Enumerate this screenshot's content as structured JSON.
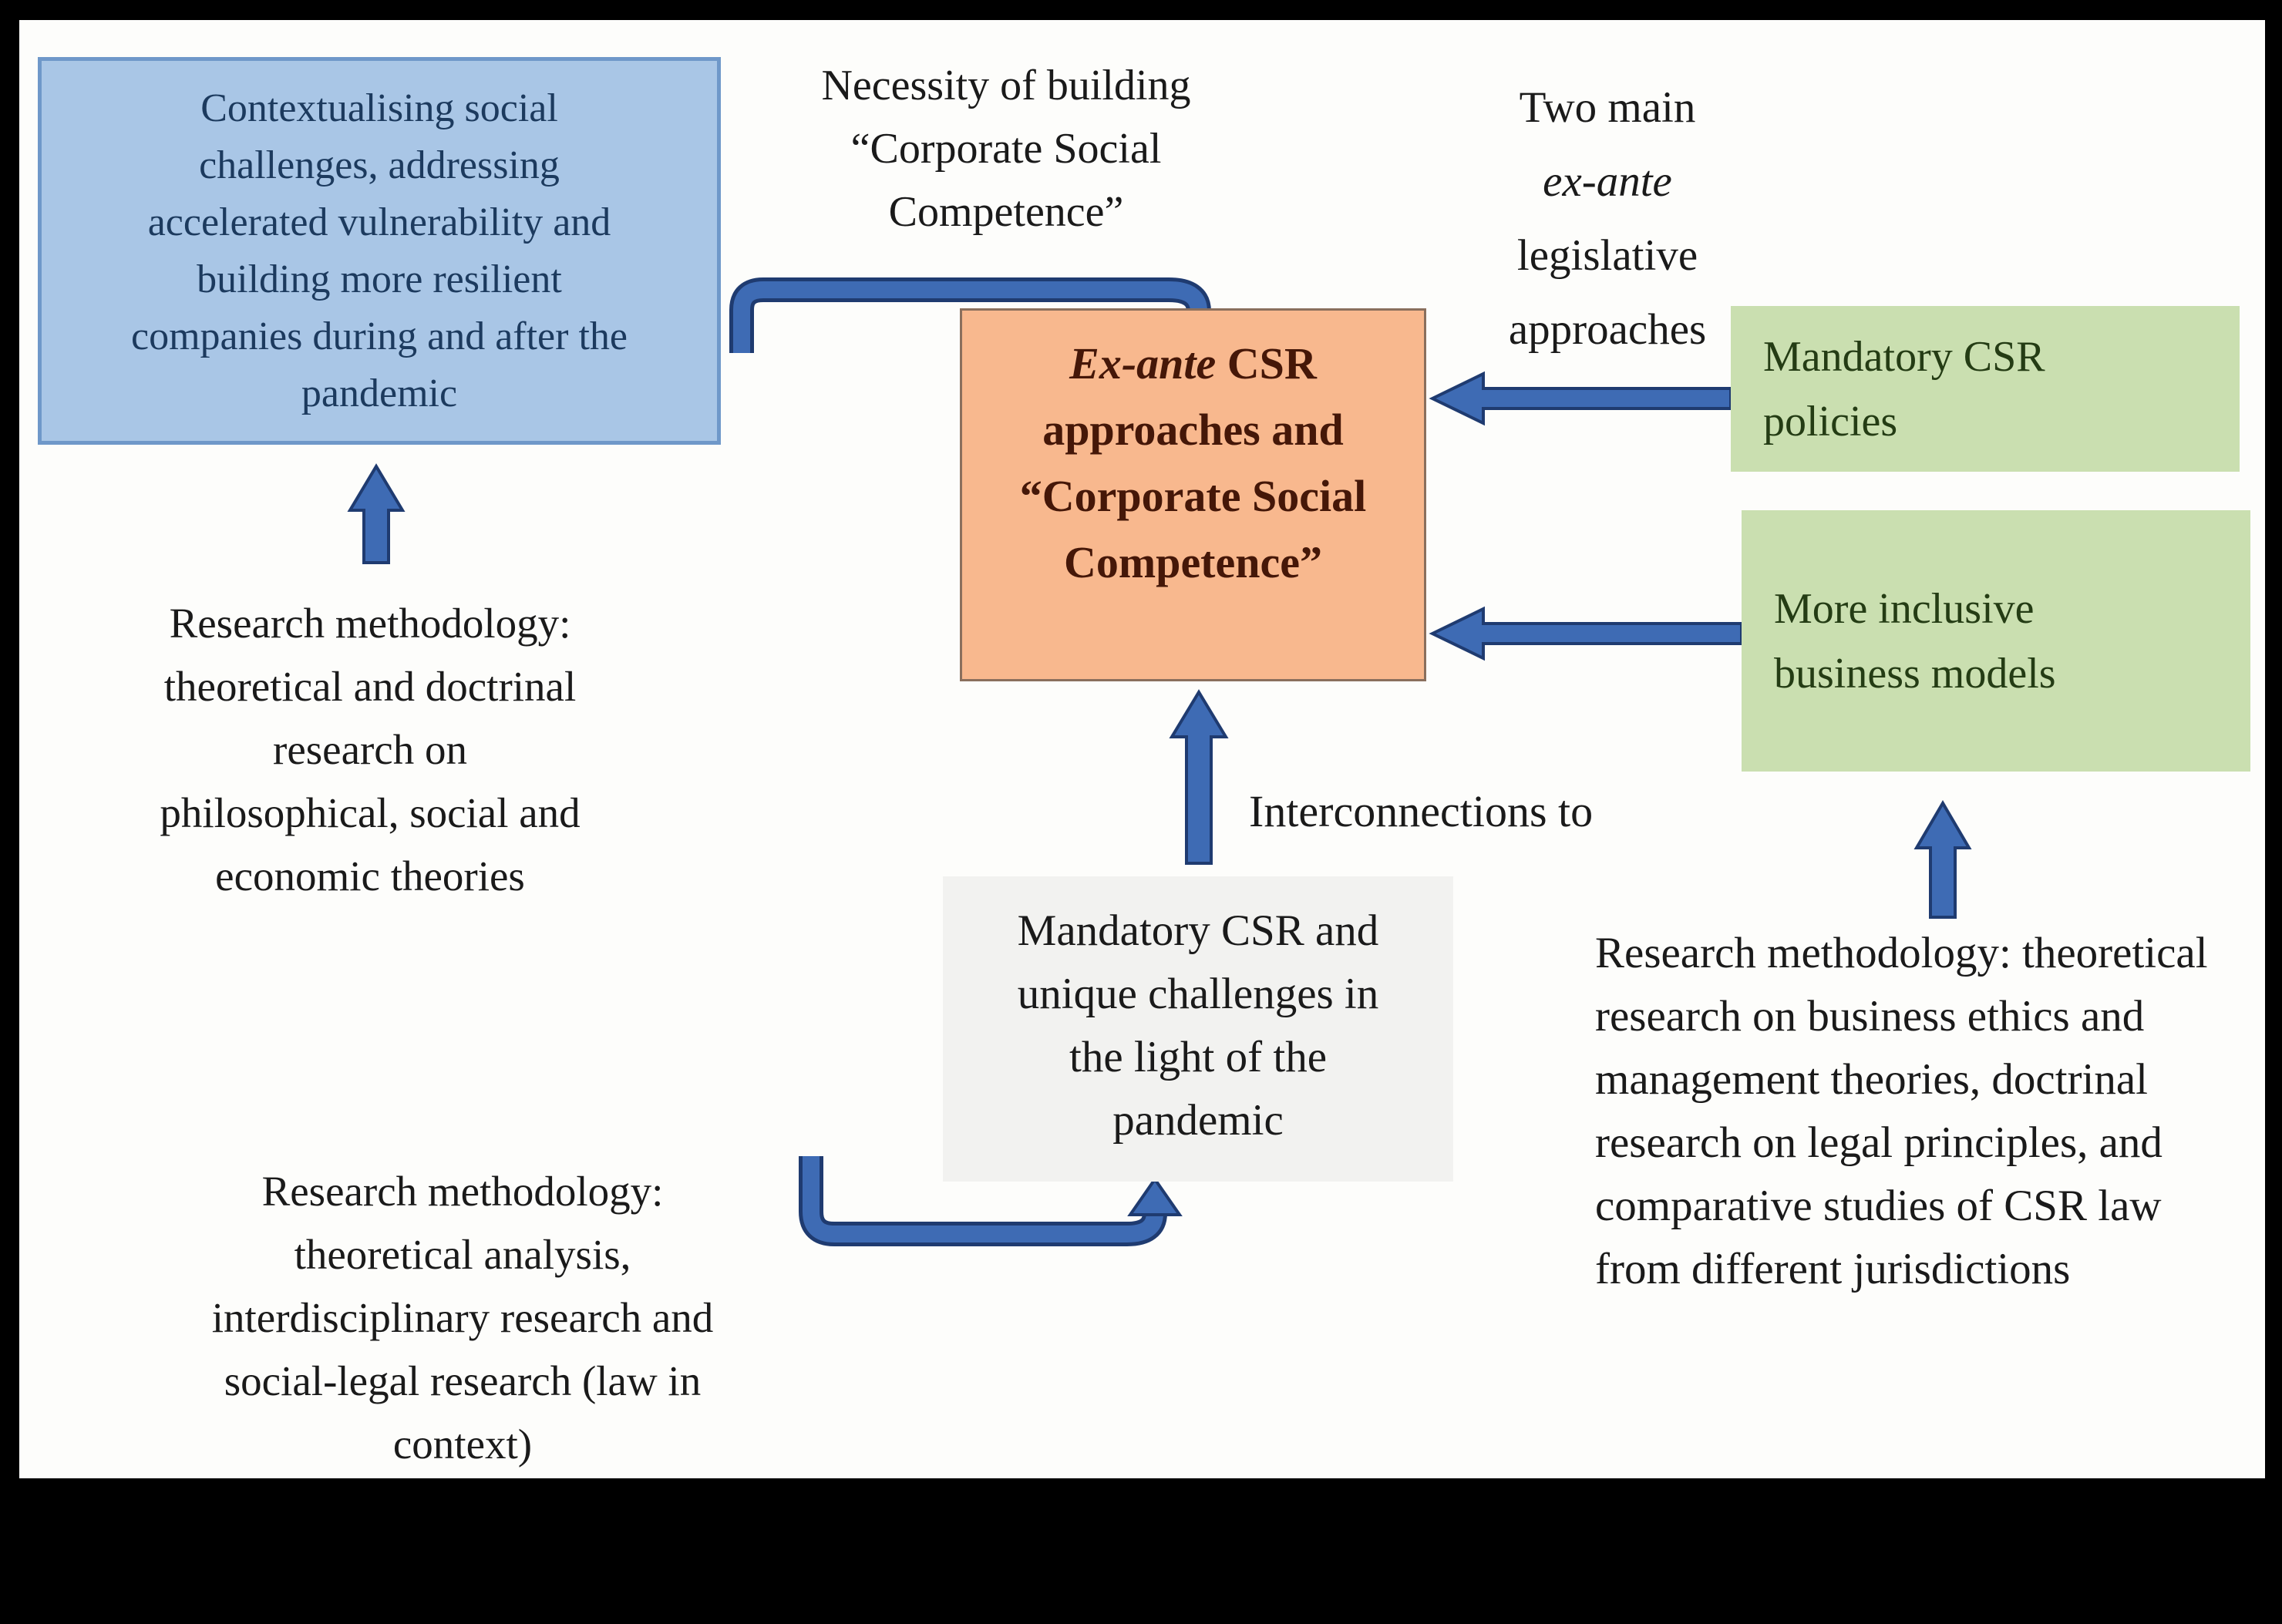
{
  "blue_box": {
    "text": "Contextualising social\nchallenges, addressing\naccelerated vulnerability and\nbuilding more resilient\ncompanies during and after the\npandemic"
  },
  "necessity_label": {
    "text": "Necessity of building\n“Corporate Social\nCompetence”"
  },
  "two_main_label": {
    "line1": "Two main",
    "line2_italic": "ex-ante",
    "line3": "legislative",
    "line4": "approaches"
  },
  "orange_box": {
    "title_italic": "Ex-ante",
    "title_rest": " CSR",
    "rest": "approaches and\n“Corporate Social\nCompetence”"
  },
  "green_box_1": {
    "text": "Mandatory CSR\npolicies"
  },
  "green_box_2": {
    "text": "More inclusive\nbusiness models"
  },
  "gray_box": {
    "text": "Mandatory CSR and\nunique challenges in\nthe light of the\npandemic"
  },
  "interconnections_label": {
    "text": "Interconnections to"
  },
  "left_methodology_text": {
    "text": "Research methodology:\ntheoretical and doctrinal\nresearch on\nphilosophical, social and\neconomic theories"
  },
  "bottom_left_methodology_text": {
    "text": "Research methodology:\ntheoretical analysis,\ninterdisciplinary research and\nsocial-legal research (law in\ncontext)"
  },
  "bottom_right_methodology_text": {
    "text": "Research methodology: theoretical\nresearch on business ethics and\nmanagement theories, doctrinal\nresearch on legal principles, and\ncomparative studies of CSR law\nfrom different jurisdictions"
  },
  "colors": {
    "frame": "#000000",
    "background": "#fdfdfb",
    "box_blue": "#a9c6e6",
    "box_blue_border": "#6f98c9",
    "box_blue_text": "#1c3a5e",
    "box_orange": "#f8b88e",
    "box_orange_border": "#8a6f5d",
    "box_orange_text": "#451708",
    "box_green": "#cadfb0",
    "box_green_text": "#243c14",
    "box_gray": "#f2f2f0",
    "arrow_fill": "#3e6bb4",
    "arrow_stroke": "#1f3b70",
    "text_black": "#1a1a1a"
  }
}
